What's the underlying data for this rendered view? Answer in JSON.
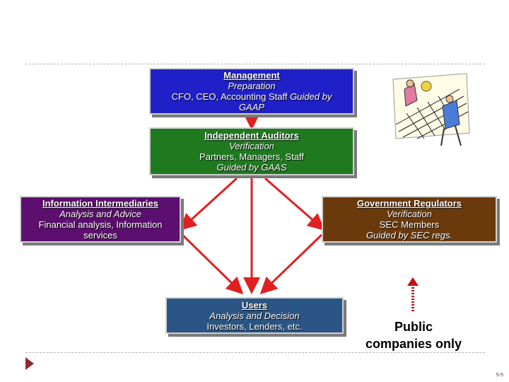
{
  "boxes": {
    "management": {
      "title": "Management",
      "sub": "Preparation",
      "line1": "CFO, CEO, Accounting Staff ",
      "line1_em": "Guided by",
      "line2": "GAAP",
      "color": "#2020c8"
    },
    "auditors": {
      "title": "Independent Auditors",
      "sub": "Verification",
      "line1": "Partners, Managers, Staff",
      "line2": "Guided by GAAS",
      "color": "#1f7a1f"
    },
    "intermediaries": {
      "title": "Information Intermediaries",
      "sub": "Analysis and Advice",
      "line1": "Financial analysis, Information",
      "line2": "services",
      "color": "#5c0f6e"
    },
    "regulators": {
      "title": "Government Regulators",
      "sub": "Verification",
      "line1": "SEC Members",
      "line2": "Guided by SEC regs.",
      "color": "#6b3a0c"
    },
    "users": {
      "title": "Users",
      "sub": "Analysis and Decision",
      "line1": "Investors, Lenders, etc.",
      "color": "#2b5584"
    }
  },
  "note": {
    "line1": "Public",
    "line2": "companies only"
  },
  "page_number": "5-5",
  "colors": {
    "arrow": "#e02020",
    "dashed_arrow": "#c01010"
  },
  "icons": {
    "illustration": "volleyball-players-clipart",
    "nav": "triangle-right-icon"
  }
}
